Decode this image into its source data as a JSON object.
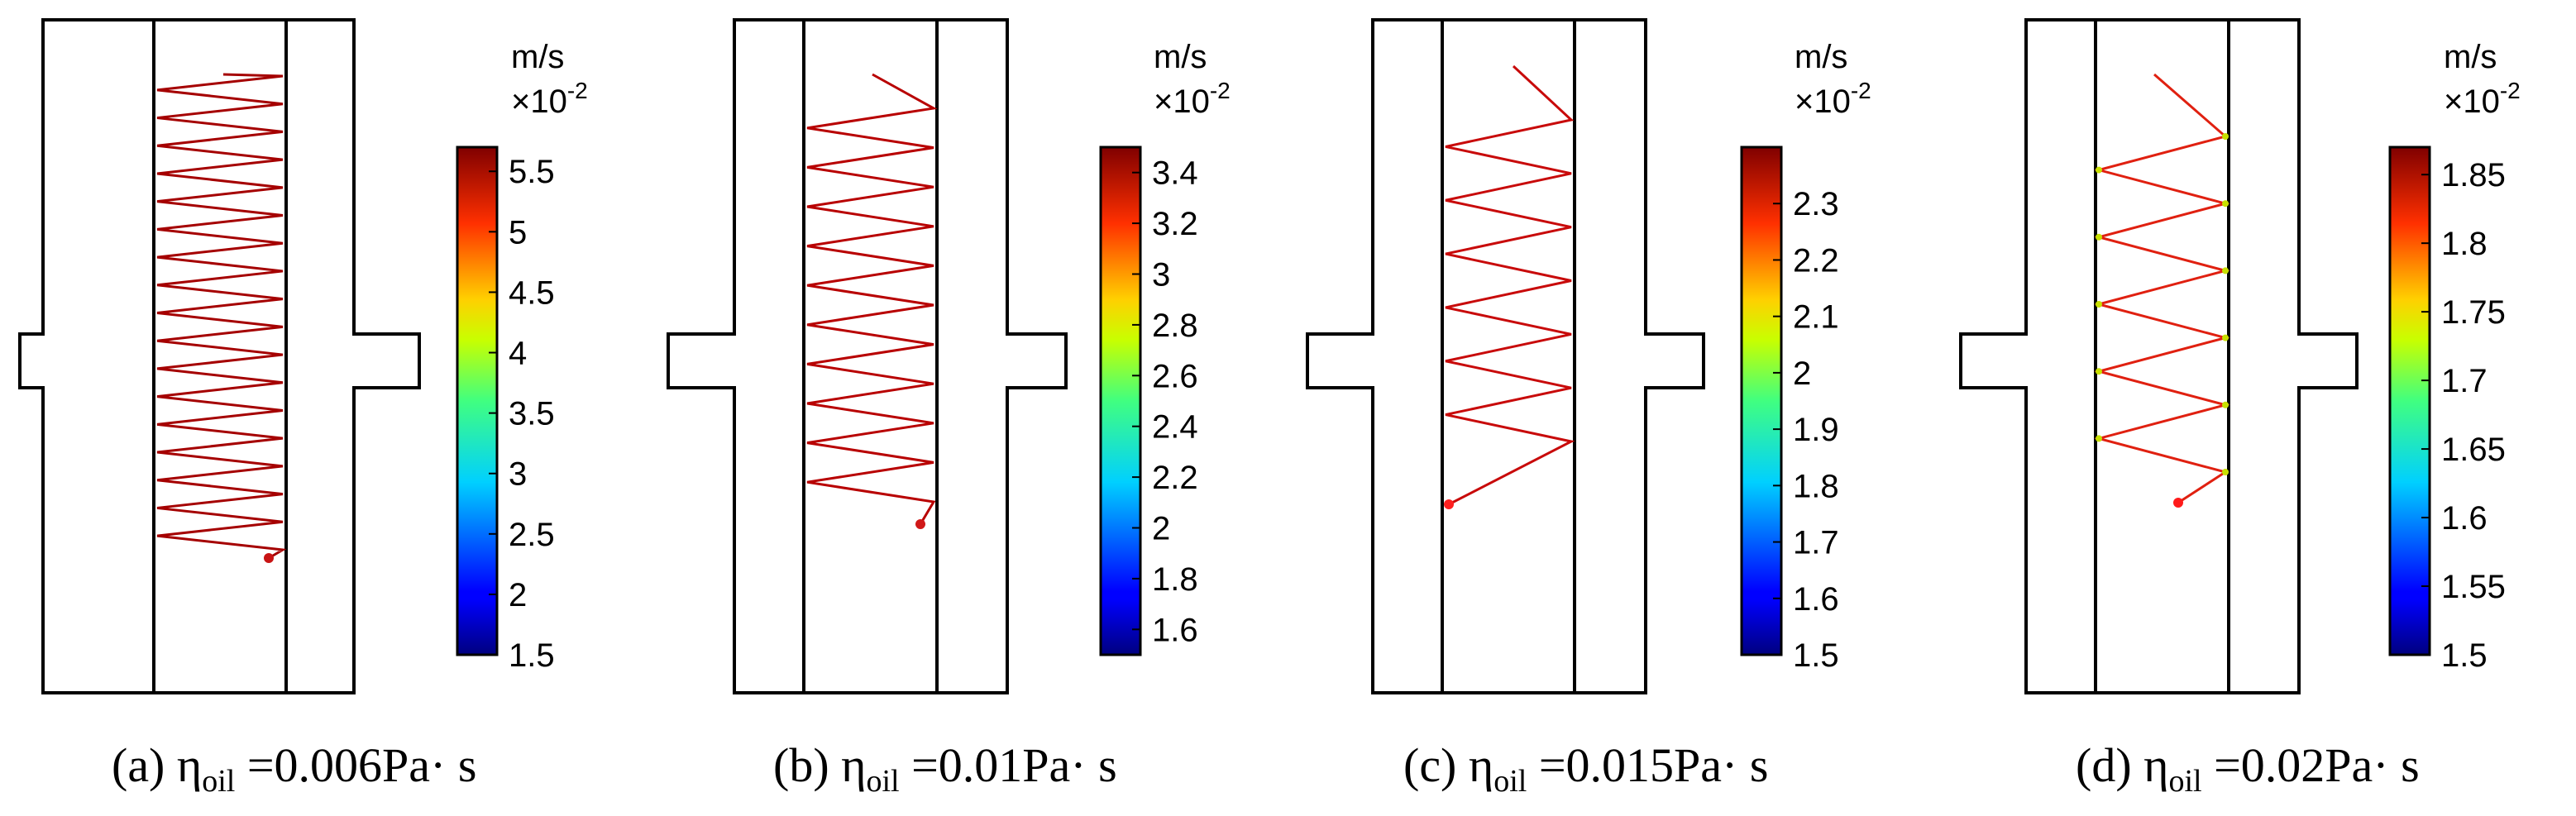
{
  "panels": [
    {
      "caption": {
        "prefix": "(a) η",
        "subscript": "oil",
        "suffix": " =0.006Pa· s"
      },
      "colorbar": {
        "unit": "m/s",
        "multiplier_base": "×10",
        "multiplier_exponent": "-2",
        "ticks": [
          "5.5",
          "5",
          "4.5",
          "4",
          "3.5",
          "3",
          "2.5",
          "2",
          "1.5"
        ],
        "range": [
          1.5,
          5.7
        ]
      },
      "trajectory": {
        "zigzag_count": 17,
        "color": "#a50000",
        "end_dot_color": "#c81414"
      }
    },
    {
      "caption": {
        "prefix": "(b) η",
        "subscript": "oil",
        "suffix": " =0.01Pa· s"
      },
      "colorbar": {
        "unit": "m/s",
        "multiplier_base": "×10",
        "multiplier_exponent": "-2",
        "ticks": [
          "3.4",
          "3.2",
          "3",
          "2.8",
          "2.6",
          "2.4",
          "2.2",
          "2",
          "1.8",
          "1.6"
        ],
        "range": [
          1.5,
          3.5
        ]
      },
      "trajectory": {
        "zigzag_count": 10,
        "color": "#b80000",
        "end_dot_color": "#d01818"
      }
    },
    {
      "caption": {
        "prefix": "(c) η",
        "subscript": "oil",
        "suffix": " =0.015Pa· s"
      },
      "colorbar": {
        "unit": "m/s",
        "multiplier_base": "×10",
        "multiplier_exponent": "-2",
        "ticks": [
          "2.3",
          "2.2",
          "2.1",
          "2",
          "1.9",
          "1.8",
          "1.7",
          "1.6",
          "1.5"
        ],
        "range": [
          1.5,
          2.4
        ]
      },
      "trajectory": {
        "zigzag_count": 6,
        "color": "#c80a0a",
        "end_dot_color": "#ff2020"
      }
    },
    {
      "caption": {
        "prefix": "(d) η",
        "subscript": "oil",
        "suffix": " =0.02Pa· s"
      },
      "colorbar": {
        "unit": "m/s",
        "multiplier_base": "×10",
        "multiplier_exponent": "-2",
        "ticks": [
          "1.85",
          "1.8",
          "1.75",
          "1.7",
          "1.65",
          "1.6",
          "1.55",
          "1.5"
        ],
        "range": [
          1.5,
          1.87
        ]
      },
      "trajectory": {
        "zigzag_count": 5,
        "color": "#e02010",
        "peak_color": "#c8e000",
        "end_dot_color": "#ff1a1a"
      }
    }
  ]
}
